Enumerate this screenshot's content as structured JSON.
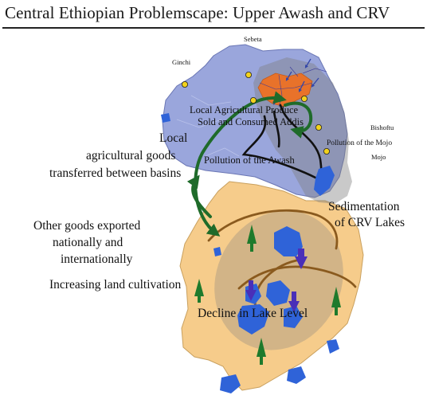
{
  "title": "Central Ethiopian Problemscape: Upper Awash and CRV",
  "cities": {
    "ginchi": "Ginchi",
    "sebeta": "Sebeta",
    "bishoftu": "Bishoftu",
    "mojo": "Mojo"
  },
  "labels": {
    "local_produce_line1": "Local Agricultural Produce",
    "local_produce_line2": "Sold and Consumed Addis",
    "pollution_mojo": "Pollution of the Mojo",
    "pollution_awash": "Pollution of the Awash",
    "local_transfer_line1": "Local",
    "local_transfer_line2": "agricultural goods",
    "local_transfer_line3": "transferred between basins",
    "sedimentation_line1": "Sedimentation",
    "sedimentation_line2": "of CRV Lakes",
    "exports_line1": "Other goods exported",
    "exports_line2": "nationally and",
    "exports_line3": "internationally",
    "land_cultivation": "Increasing land cultivation",
    "lake_decline": "Decline in Lake Level"
  },
  "colors": {
    "upper_awash_basin": "#9aa6dc",
    "crv_basin": "#f6cc8b",
    "addis_urban": "#e8722a",
    "lakes": "#2f63d8",
    "shade_zone": "#808080",
    "trade_arrows": "#1f6b2a",
    "growth_arrows": "#1e7a2c",
    "decline_arrows": "#4a2fb8",
    "rivers": "#111111",
    "rift_lines": "#8a5a1e",
    "city_marker": "#f2d21d"
  },
  "icons": [
    "city-marker-icon",
    "up-arrow-icon",
    "down-arrow-icon",
    "lake-icon"
  ]
}
